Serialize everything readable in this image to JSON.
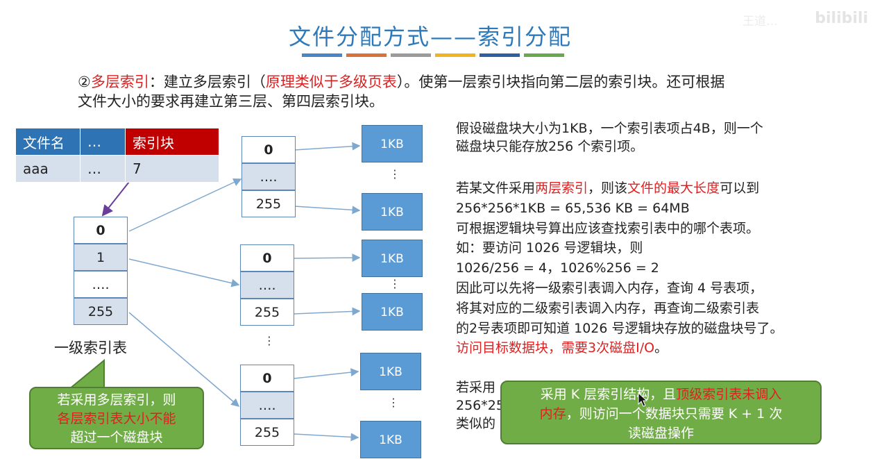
{
  "title": "文件分配方式——索引分配",
  "watermark": {
    "text": "bilibili",
    "author": "王道…"
  },
  "title_bars": [
    "#4a86c5",
    "#d9713a",
    "#9b9b9b",
    "#f0b422",
    "#2e5f9e",
    "#6aa84f"
  ],
  "intro": {
    "num": "②",
    "label": "多层索引",
    "sep": "：建立多层索引（",
    "paren": "原理类似于多级页表",
    "rest1": "）。使第一层索引块指向第二层的索引块。还可根据",
    "line2": "文件大小的要求再建立第三层、第四层索引块。"
  },
  "file_table": {
    "headers": [
      "文件名",
      "…",
      "索引块"
    ],
    "row": [
      "aaa",
      "…",
      "7"
    ]
  },
  "level1": {
    "cells": [
      "0",
      "1",
      "….",
      "255"
    ],
    "label": "一级索引表"
  },
  "level2_top": [
    "0",
    "….",
    "255"
  ],
  "level2_mid": [
    "0",
    "….",
    "255"
  ],
  "level2_bot": [
    "0",
    "….",
    "255"
  ],
  "block_label": "1KB",
  "dots_v": "⋮",
  "right": {
    "p1_l1": "假设磁盘块大小为1KB，一个索引表项占4B，则一个",
    "p1_l2": "磁盘块只能存放256 个索引项。",
    "p2_a": "若某文件采用",
    "p2_red1": "两层索引",
    "p2_b": "，则该",
    "p2_red2": "文件的最大长度",
    "p2_c": "可以到",
    "p2_l2": "256*256*1KB = 65,536 KB = 64MB",
    "p2_l3": "可根据逻辑块号算出应该查找索引表中的哪个表项。",
    "p2_l4": "如：要访问 1026 号逻辑块，则",
    "p2_l5": "1026/256 = 4，1026%256 = 2",
    "p2_l6": "因此可以先将一级索引表调入内存，查询 4 号表项，",
    "p2_l7": "将其对应的二级索引表调入内存，再查询二级索引表",
    "p2_l8": "的2号表项即可知道 1026 号逻辑块存放的磁盘块号了。",
    "p2_red3a": "访问目标数据块，",
    "p2_red3b": "需要3次磁盘I/O",
    "p2_end": "。",
    "p3_l1": "若采用",
    "p3_l2": "256*25",
    "p3_l3": "类似的"
  },
  "bubble_left": {
    "l1": "若采用多层索引，则",
    "red": "各层索引表大小不能",
    "l3": "超过一个磁盘块"
  },
  "bubble_right": {
    "a": "采用 K 层索引结构，且",
    "red1": "顶级索引表未调入",
    "red2": "内存",
    "b": "，则访问一个数据块只需要 K + 1 次",
    "l3": "读磁盘操作"
  }
}
